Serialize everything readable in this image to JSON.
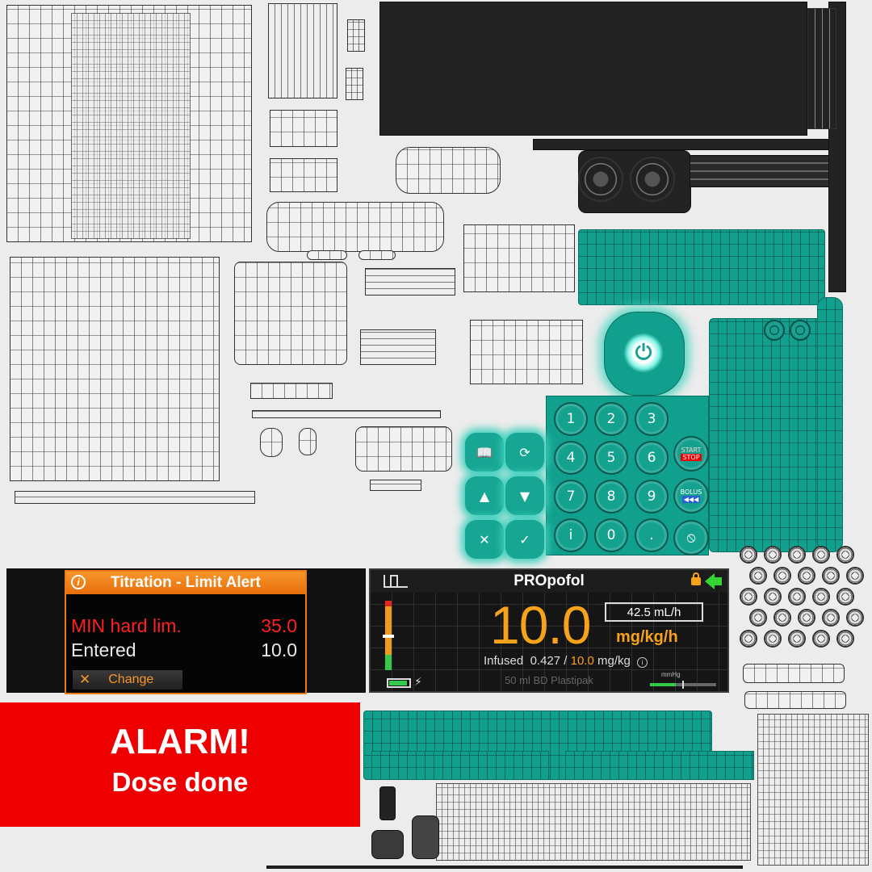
{
  "titration": {
    "title": "Titration - Limit Alert",
    "info_glyph": "i",
    "limit_label": "MIN hard lim.",
    "limit_value": "35.0",
    "entered_label": "Entered",
    "entered_value": "10.0",
    "change_glyph": "✕",
    "change_label": "Change",
    "colors": {
      "accent": "#f07a16",
      "warning": "#ff2020"
    }
  },
  "pump": {
    "drug": "PROpofol",
    "dose": "10.0",
    "rate": "42.5  mL/h",
    "dose_unit": "mg/kg/h",
    "infused_label": "Infused",
    "infused_amount": "0.427 /",
    "infused_target": "10.0",
    "infused_unit": "mg/kg",
    "syringe": "50 ml BD Plastipak",
    "pressure_label": "mmHg",
    "colors": {
      "dose": "#f7a21b"
    }
  },
  "alarm": {
    "title": "ALARM!",
    "message": "Dose done",
    "color": "#ef0000"
  },
  "keypad": {
    "keys": [
      "1",
      "2",
      "3",
      "4",
      "5",
      "6",
      "7",
      "8",
      "9",
      "i",
      "0",
      "."
    ],
    "start_top": "START",
    "start_bottom": "STOP",
    "bolus": "BOLUS",
    "bolus_glyph": "◀◀◀"
  },
  "softkeys": {
    "glyphs": [
      "📖",
      "⟳",
      "▲",
      "▼",
      "✕",
      "✓"
    ]
  }
}
